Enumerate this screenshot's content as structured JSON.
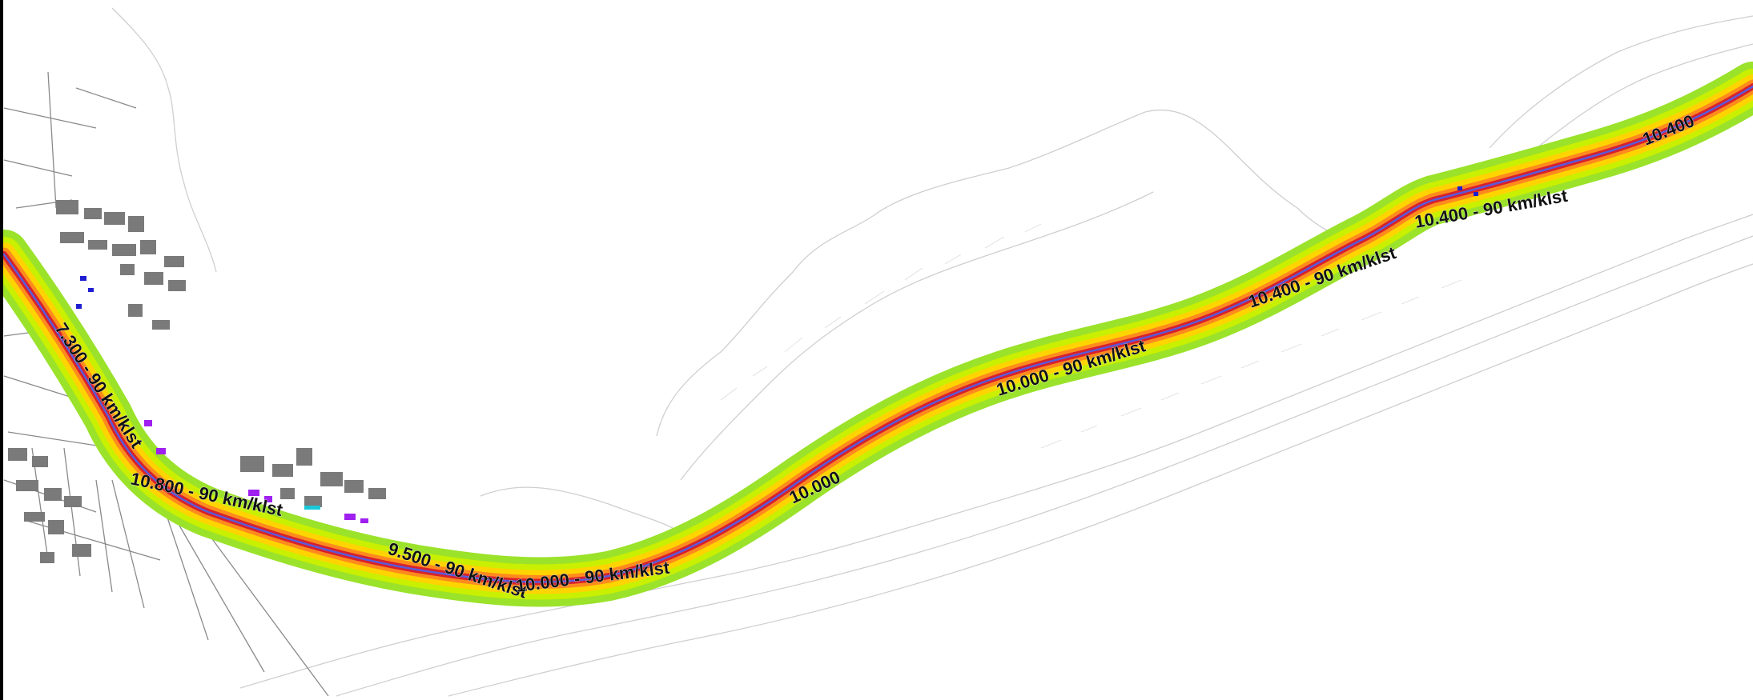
{
  "map": {
    "road_labels": [
      {
        "id": "seg-7300",
        "text": "7.300 - 90 km/klst"
      },
      {
        "id": "seg-10800",
        "text": "10.800 - 90 km/klst"
      },
      {
        "id": "seg-9500",
        "text": "9.500 - 90 km/klst"
      },
      {
        "id": "seg-10000a",
        "text": "10.000 - 90 km/klst"
      },
      {
        "id": "seg-10000b",
        "text": "10.000"
      },
      {
        "id": "seg-10000c",
        "text": "10.000 - 90 km/klst"
      },
      {
        "id": "seg-10400a",
        "text": "10.400 - 90 km/klst"
      },
      {
        "id": "seg-10400b",
        "text": "10.400 - 90 km/klst"
      },
      {
        "id": "seg-10400c",
        "text": "10.400"
      }
    ],
    "noise_band_colors": {
      "outer": "#9be22b",
      "second": "#c8f000",
      "middle": "#ffd400",
      "inner": "#ff8a1e",
      "core": "#d8212a",
      "centerline": "#5a5ad8"
    },
    "contour_color": "#c9c9c9",
    "town_color": "#8a8a8a",
    "highlight_colors": {
      "purple": "#a020f0",
      "blue": "#1f1fd0",
      "cyan": "#18c8d8"
    }
  }
}
